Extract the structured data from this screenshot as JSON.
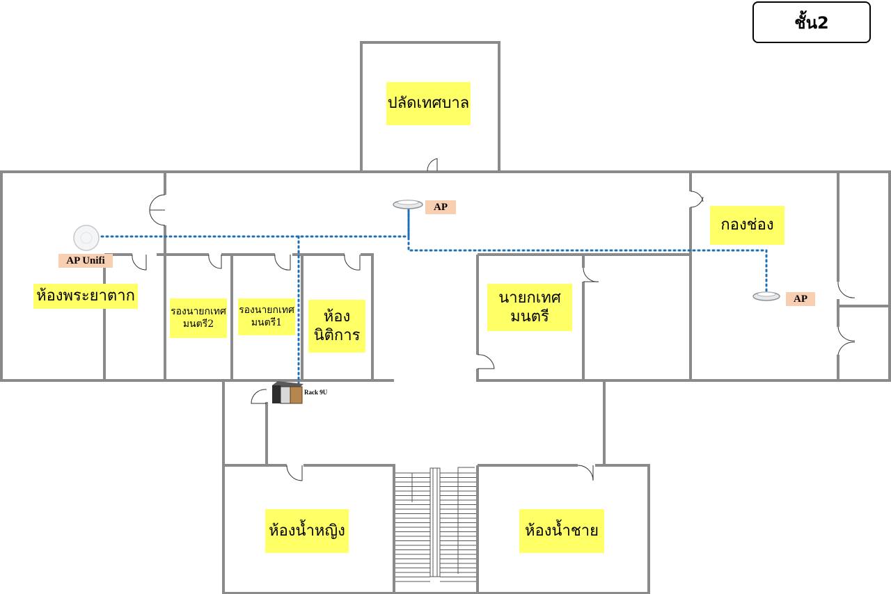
{
  "floor_label": "ชั้น2",
  "rooms": {
    "palad": "ปลัดเทศบาล",
    "kong_chang": "กองช่อง",
    "prayatak": "ห้องพระยาตาก",
    "deputy2_line1": "รองนายกเทศ",
    "deputy2_line2": "มนตรี2",
    "deputy1_line1": "รองนายกเทศ",
    "deputy1_line2": "มนตรี1",
    "nitikarn_line1": "ห้อง",
    "nitikarn_line2": "นิติการ",
    "mayor_line1": "นายกเทศ",
    "mayor_line2": "มนตรี",
    "toilet_female": "ห้องน้ำหญิง",
    "toilet_male": "ห้องน้ำชาย"
  },
  "devices": {
    "ap_center": "AP",
    "ap_right": "AP",
    "ap_unifi": "AP Unifi",
    "rack": "Rack 9U"
  },
  "colors": {
    "wall": "#8a8a8a",
    "label_bg": "#ffff66",
    "ap_tag_bg": "#f8cfb0",
    "network_line": "#1f6fb2"
  }
}
